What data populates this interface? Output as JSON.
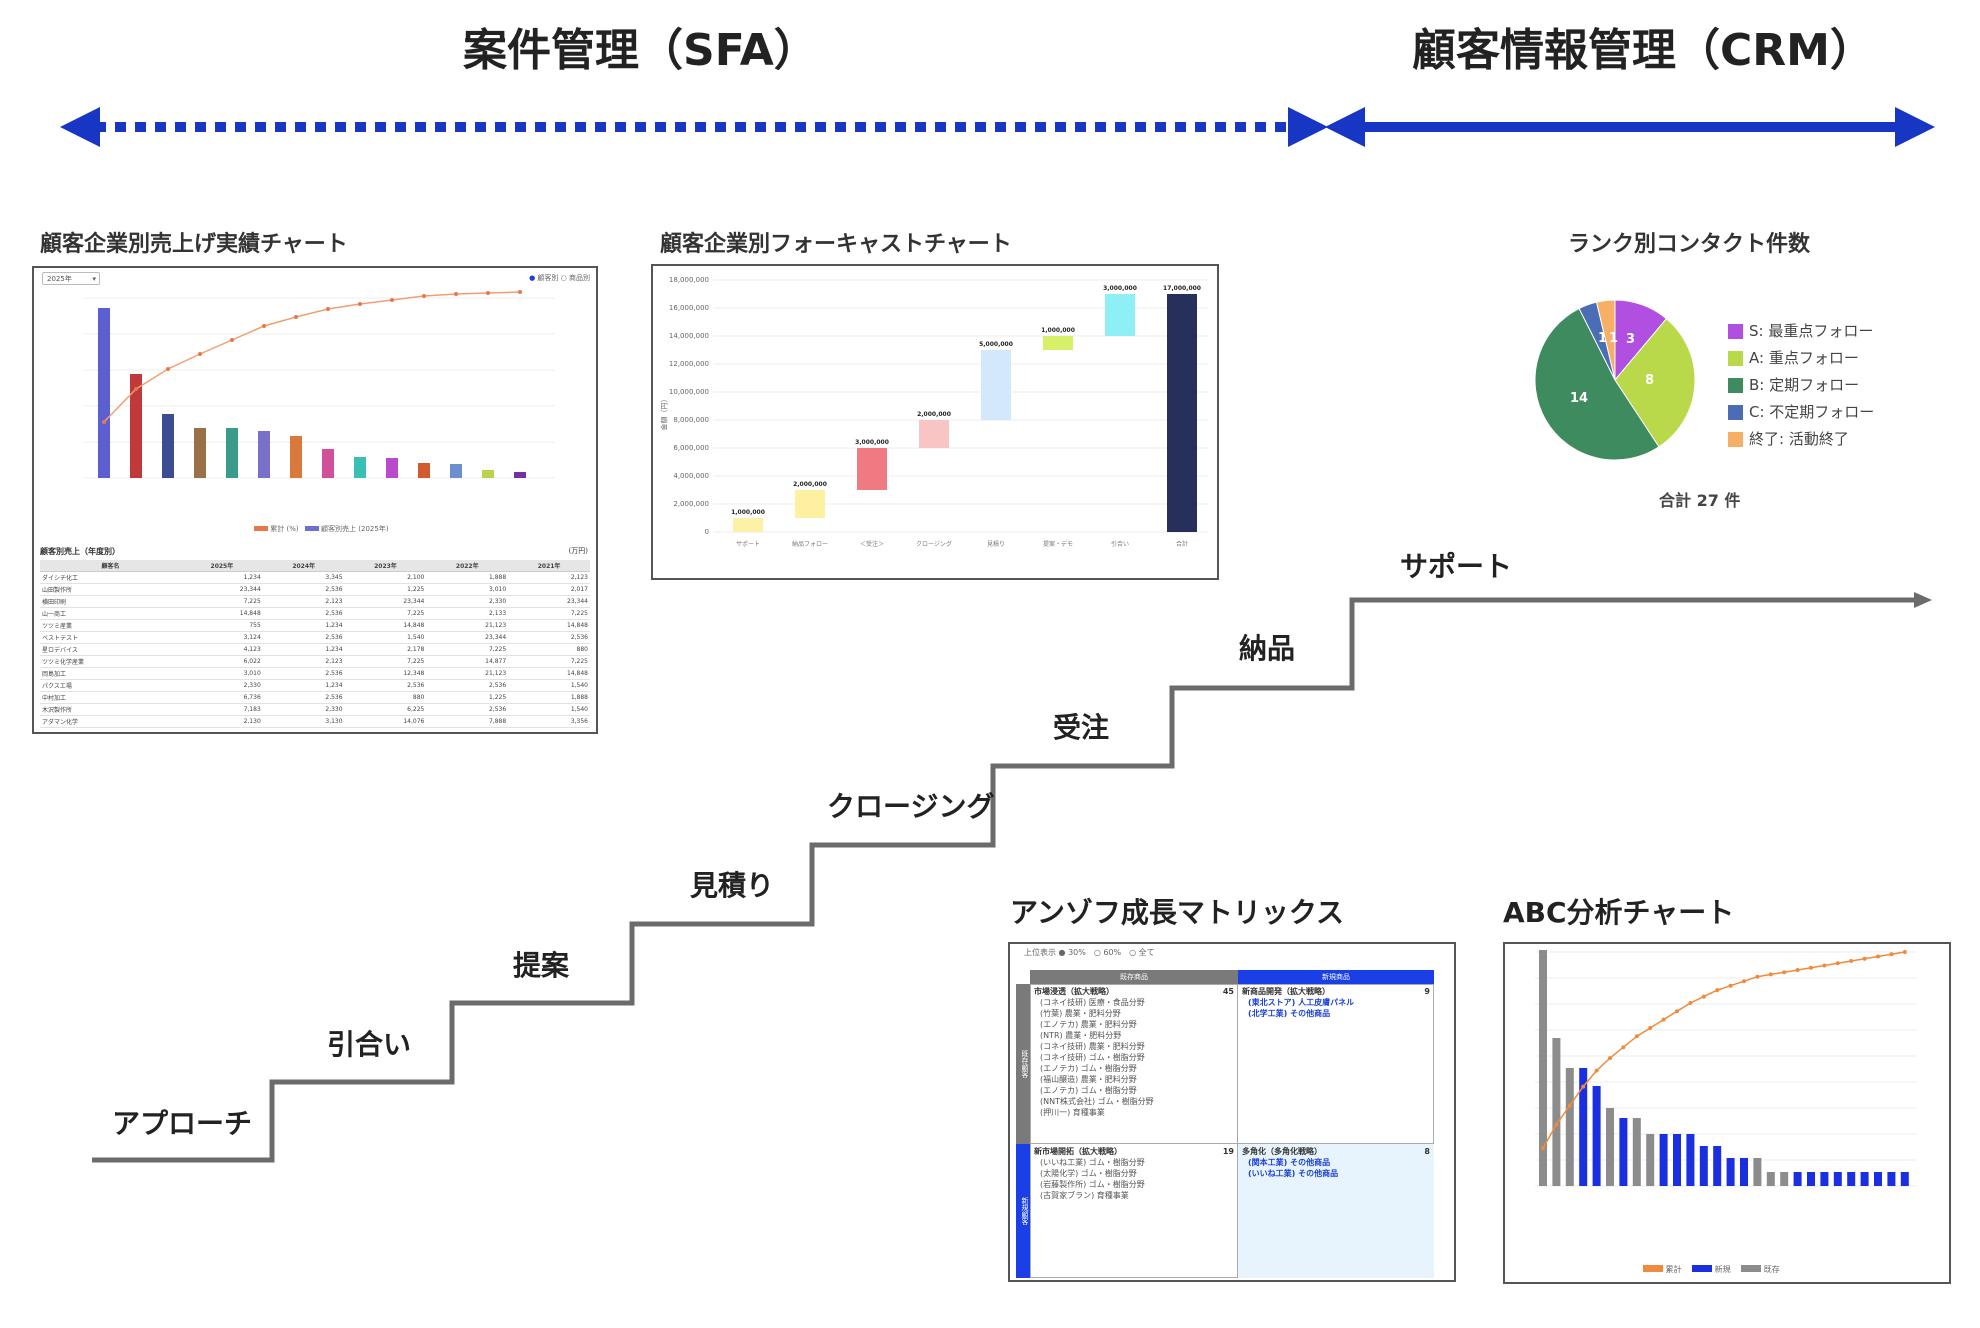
{
  "headers": {
    "sfa": "案件管理（SFA）",
    "crm": "顧客情報管理（CRM）"
  },
  "colors": {
    "arrow_blue": "#1836c4",
    "stair_gray": "#6b6b6b"
  },
  "stairs": [
    "アプローチ",
    "引合い",
    "提案",
    "見積り",
    "クロージング",
    "受注",
    "納品",
    "サポート"
  ],
  "sales_chart": {
    "title": "顧客企業別売上げ実績チャート",
    "selector": "2025年",
    "legend_top": [
      "顧客別",
      "商品別"
    ],
    "legend_bottom": [
      "累計 (%)",
      "顧客別売上 (2025年)"
    ],
    "table_title": "顧客別売上（年度別）",
    "table_unit": "(万円)",
    "table_headers": [
      "顧客名",
      "2025年",
      "2024年",
      "2023年",
      "2022年",
      "2021年"
    ],
    "table_rows": [
      [
        "ダイシチ化工",
        "1,234",
        "3,345",
        "2,100",
        "1,888",
        "2,123"
      ],
      [
        "山田製作所",
        "23,344",
        "2,536",
        "1,225",
        "3,010",
        "2,017"
      ],
      [
        "横田印刷",
        "7,225",
        "2,123",
        "23,344",
        "2,330",
        "23,344"
      ],
      [
        "山一商工",
        "14,848",
        "2,536",
        "7,225",
        "2,133",
        "7,225"
      ],
      [
        "ツツミ産業",
        "755",
        "1,234",
        "14,848",
        "21,123",
        "14,848"
      ],
      [
        "ベストテスト",
        "3,124",
        "2,536",
        "1,540",
        "23,344",
        "2,536"
      ],
      [
        "星ロデバイス",
        "4,123",
        "1,234",
        "2,178",
        "7,225",
        "880"
      ],
      [
        "ツツミ化学産業",
        "6,022",
        "2,123",
        "7,225",
        "14,877",
        "7,225"
      ],
      [
        "岡島加工",
        "3,010",
        "2,536",
        "12,348",
        "21,123",
        "14,848"
      ],
      [
        "パクスエ場",
        "2,330",
        "1,234",
        "2,536",
        "2,536",
        "1,540"
      ],
      [
        "中村加工",
        "6,736",
        "2,536",
        "880",
        "1,225",
        "1,888"
      ],
      [
        "木沢製作所",
        "7,183",
        "2,330",
        "6,225",
        "2,536",
        "1,540"
      ],
      [
        "アダマン化学",
        "2,130",
        "3,130",
        "14,076",
        "7,888",
        "3,356"
      ]
    ]
  },
  "forecast_chart": {
    "title": "顧客企業別フォーキャストチャート",
    "y_ticks": [
      "18,000,000",
      "16,000,000",
      "14,000,000",
      "12,000,000",
      "10,000,000",
      "8,000,000",
      "6,000,000",
      "4,000,000",
      "2,000,000",
      "0"
    ],
    "ylabel": "金額（円）"
  },
  "pie_chart": {
    "title": "ランク別コンタクト件数",
    "total_label": "合計 27 件",
    "slices": [
      {
        "label": "S: 最重点フォロー",
        "value": 3,
        "color": "#b04fe0"
      },
      {
        "label": "A: 重点フォロー",
        "value": 8,
        "color": "#b9d94a"
      },
      {
        "label": "B: 定期フォロー",
        "value": 14,
        "color": "#3d8b5f"
      },
      {
        "label": "C: 不定期フォロー",
        "value": 1,
        "color": "#4a6db5"
      },
      {
        "label": "終了: 活動終了",
        "value": 1,
        "color": "#f5b066"
      }
    ]
  },
  "ansoff": {
    "title": "アンゾフ成長マトリックス",
    "filter": "上位表示 ● 30%　○ 60%　○ 全て",
    "col_headers": [
      "既存商品",
      "新規商品"
    ],
    "row_headers": [
      "既存顧客",
      "新規顧客"
    ],
    "cells": [
      {
        "title": "市場浸透（拡大戦略）",
        "count": "45",
        "lines": [
          "(コネイ技研) 医療・食品分野",
          "(竹葉) 農業・肥料分野",
          "(エノテカ) 農業・肥料分野",
          "(NTR) 農業・肥料分野",
          "(コネイ技研) 農業・肥料分野",
          "(コネイ技研) ゴム・樹脂分野",
          "(エノテカ) ゴム・樹脂分野",
          "(福山醸造) 農業・肥料分野",
          "(エノテカ) ゴム・樹脂分野",
          "(NNT株式会社) ゴム・樹脂分野",
          "(押川一) 育種事業"
        ]
      },
      {
        "title": "新商品開発（拡大戦略）",
        "count": "9",
        "lines": [
          "(東北ストア) 人工皮膚パネル",
          "(北学工業) その他商品"
        ]
      },
      {
        "title": "新市場開拓（拡大戦略）",
        "count": "19",
        "lines": [
          "(いいね工業) ゴム・樹脂分野",
          "(太陽化学) ゴム・樹脂分野",
          "(岩藤製作所) ゴム・樹脂分野",
          "(古賀家ブラン) 育種事業"
        ]
      },
      {
        "title": "多角化（多角化戦略）",
        "count": "8",
        "lines": [
          "(関本工業) その他商品",
          "(いいね工業) その他商品"
        ]
      }
    ]
  },
  "abc_chart": {
    "title": "ABC分析チャート",
    "legend": [
      "累計",
      "新規",
      "既存"
    ]
  }
}
